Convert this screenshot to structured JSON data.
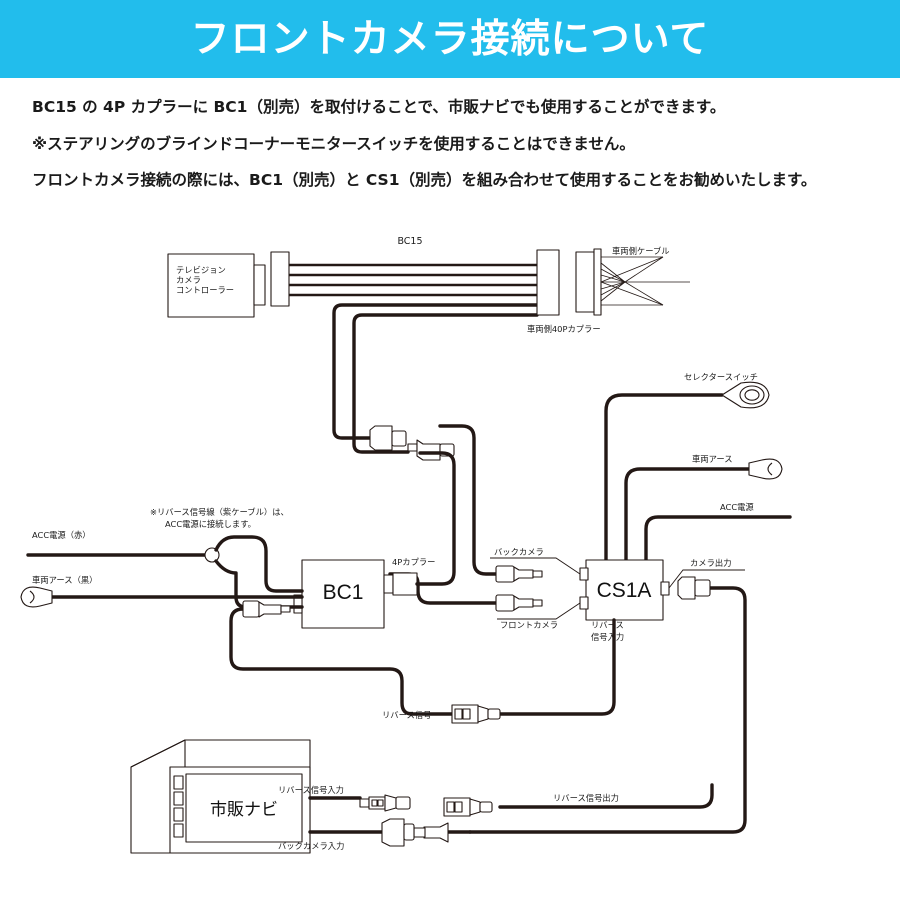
{
  "header": {
    "title": "フロントカメラ接続について",
    "background_color": "#22bdec",
    "text_color": "#ffffff"
  },
  "intro": {
    "lines": [
      "BC15 の 4P カプラーに BC1（別売）を取付けることで、市販ナビでも使用することができます。",
      "※ステアリングのブラインドコーナーモニタースイッチを使用することはできません。",
      "フロントカメラ接続の際には、BC1（別売）と CS1（別売）を組み合わせて使用することをお勧めいたします。"
    ]
  },
  "diagram": {
    "boxes": {
      "tv_camera_controller": "テレビジョン\nカメラ\nコントローラー",
      "tv_camera_controller_line1": "テレビジョン",
      "tv_camera_controller_line2": "カメラ",
      "tv_camera_controller_line3": "コントローラー",
      "bc1": "BC1",
      "cs1a": "CS1A",
      "nav": "市販ナビ"
    },
    "labels": {
      "bc15": "BC15",
      "vehicle_cable": "車両側ケーブル",
      "vehicle_40p_coupler": "車両側40Pカプラー",
      "selector_switch": "セレクタースイッチ",
      "vehicle_ground_right": "車両アース",
      "acc_power_right": "ACC電源",
      "camera_output": "カメラ出力",
      "back_camera": "バックカメラ",
      "front_camera": "フロントカメラ",
      "reverse_signal_input_cs1a_line1": "リバース",
      "reverse_signal_input_cs1a_line2": "信号入力",
      "coupler_4p": "4Pカプラー",
      "acc_power_red": "ACC電源（赤）",
      "vehicle_ground_black": "車両アース（黒）",
      "note_line1": "※リバース信号線（紫ケーブル）は、",
      "note_line2": "ACC電源に接続します。",
      "reverse_signal": "リバース信号",
      "reverse_signal_output": "リバース信号出力",
      "nav_reverse_signal_input": "リバース信号入力",
      "nav_back_camera_input": "バックカメラ入力"
    },
    "colors": {
      "wire": "#231815",
      "outline": "#231815",
      "fill": "#ffffff"
    }
  }
}
